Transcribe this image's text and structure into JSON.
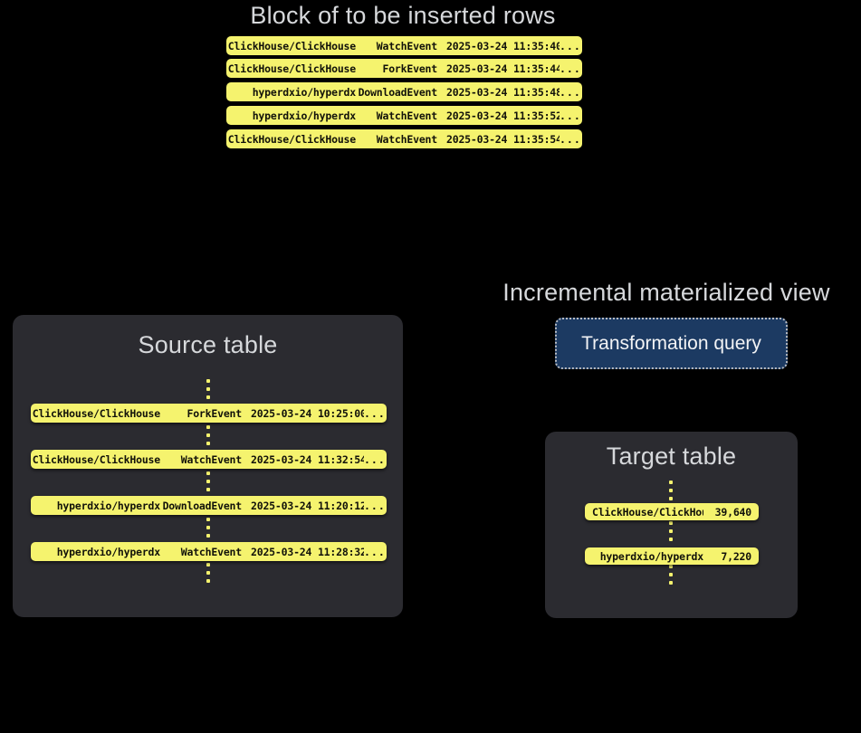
{
  "canvas": {
    "background": "#000000"
  },
  "colors": {
    "background": "#000000",
    "panel": "#2b2b30",
    "row_yellow": "#f5f36e",
    "row_text": "#12120a",
    "heading_text": "#d6d8db",
    "query_box_fill": "#1c3a62",
    "query_box_border": "#b9bcc2",
    "query_box_text": "#f2f3f5"
  },
  "insert_block": {
    "title": "Block of to be inserted rows",
    "ellipsis": "...",
    "rows": [
      {
        "repo": "ClickHouse/ClickHouse",
        "event": "WatchEvent",
        "timestamp": "2025-03-24 11:35:40",
        "more": "..."
      },
      {
        "repo": "ClickHouse/ClickHouse",
        "event": "ForkEvent",
        "timestamp": "2025-03-24 11:35:44",
        "more": "..."
      },
      {
        "repo": "hyperdxio/hyperdx",
        "event": "DownloadEvent",
        "timestamp": "2025-03-24 11:35:48",
        "more": "..."
      },
      {
        "repo": "hyperdxio/hyperdx",
        "event": "WatchEvent",
        "timestamp": "2025-03-24 11:35:52",
        "more": "..."
      },
      {
        "repo": "ClickHouse/ClickHouse",
        "event": "WatchEvent",
        "timestamp": "2025-03-24 11:35:54",
        "more": "..."
      }
    ]
  },
  "source_table": {
    "title": "Source table",
    "rows": [
      {
        "repo": "ClickHouse/ClickHouse",
        "event": "ForkEvent",
        "timestamp": "2025-03-24 10:25:00",
        "more": "..."
      },
      {
        "repo": "ClickHouse/ClickHouse",
        "event": "WatchEvent",
        "timestamp": "2025-03-24 11:32:54",
        "more": "..."
      },
      {
        "repo": "hyperdxio/hyperdx",
        "event": "DownloadEvent",
        "timestamp": "2025-03-24 11:20:12",
        "more": "..."
      },
      {
        "repo": "hyperdxio/hyperdx",
        "event": "WatchEvent",
        "timestamp": "2025-03-24 11:28:32",
        "more": "..."
      }
    ]
  },
  "materialized_view": {
    "title": "Incremental materialized view",
    "query_label": "Transformation query"
  },
  "target_table": {
    "title": "Target table",
    "rows": [
      {
        "repo": "ClickHouse/ClickHouse",
        "count": "39,640"
      },
      {
        "repo": "hyperdxio/hyperdx",
        "count": "7,220"
      }
    ]
  }
}
